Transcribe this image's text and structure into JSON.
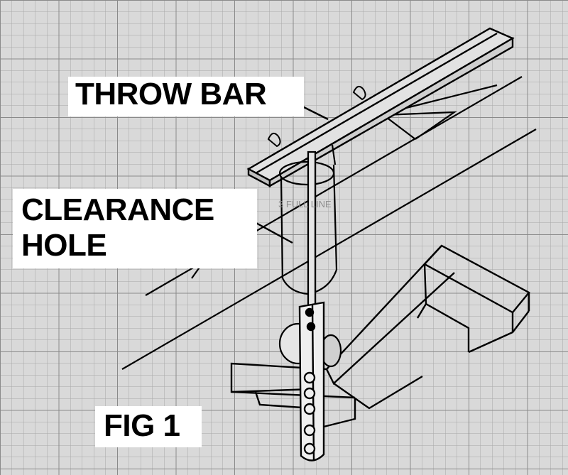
{
  "labels": {
    "throw_bar": "THROW BAR",
    "clearance_line1": "CLEARANCE",
    "clearance_line2": "HOLE",
    "figure": "FIG 1",
    "faint_note": "3 FULL LINE"
  },
  "colors": {
    "paper": "#d9d9d9",
    "grid": "#9a9a9a",
    "ink": "#000000",
    "label_bg": "#ffffff"
  }
}
